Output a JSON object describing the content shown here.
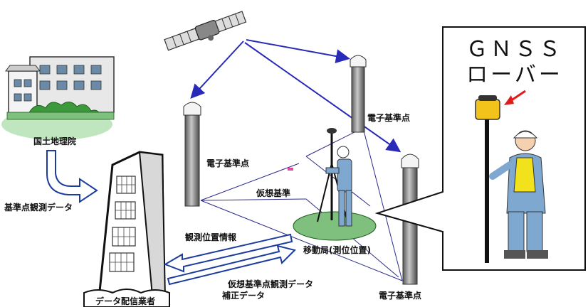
{
  "labels": {
    "gsi": "国土地理院",
    "reference_data": "基準点観測データ",
    "distributor": "データ配信業者",
    "observed_position": "観測位置情報",
    "virtual_ref_data_line1": "仮想基準点観測データ",
    "virtual_ref_data_line2": "補正データ",
    "cors_left": "電子基準点",
    "cors_right_top": "電子基準点",
    "cors_bottom": "電子基準点",
    "virtual_ref_point": "仮想基準",
    "rover_station": "移動局(測位位置)"
  },
  "callout": {
    "line1": "ＧＮＳＳ",
    "line2": "ローバー"
  },
  "colors": {
    "signal": "#2a2ab8",
    "flow_arrow": "#1d3d9e",
    "pillar": "#8a8a8a",
    "grass": "#3c9a3c",
    "ground": "#7fc07f",
    "marker": "#e01b1b"
  }
}
